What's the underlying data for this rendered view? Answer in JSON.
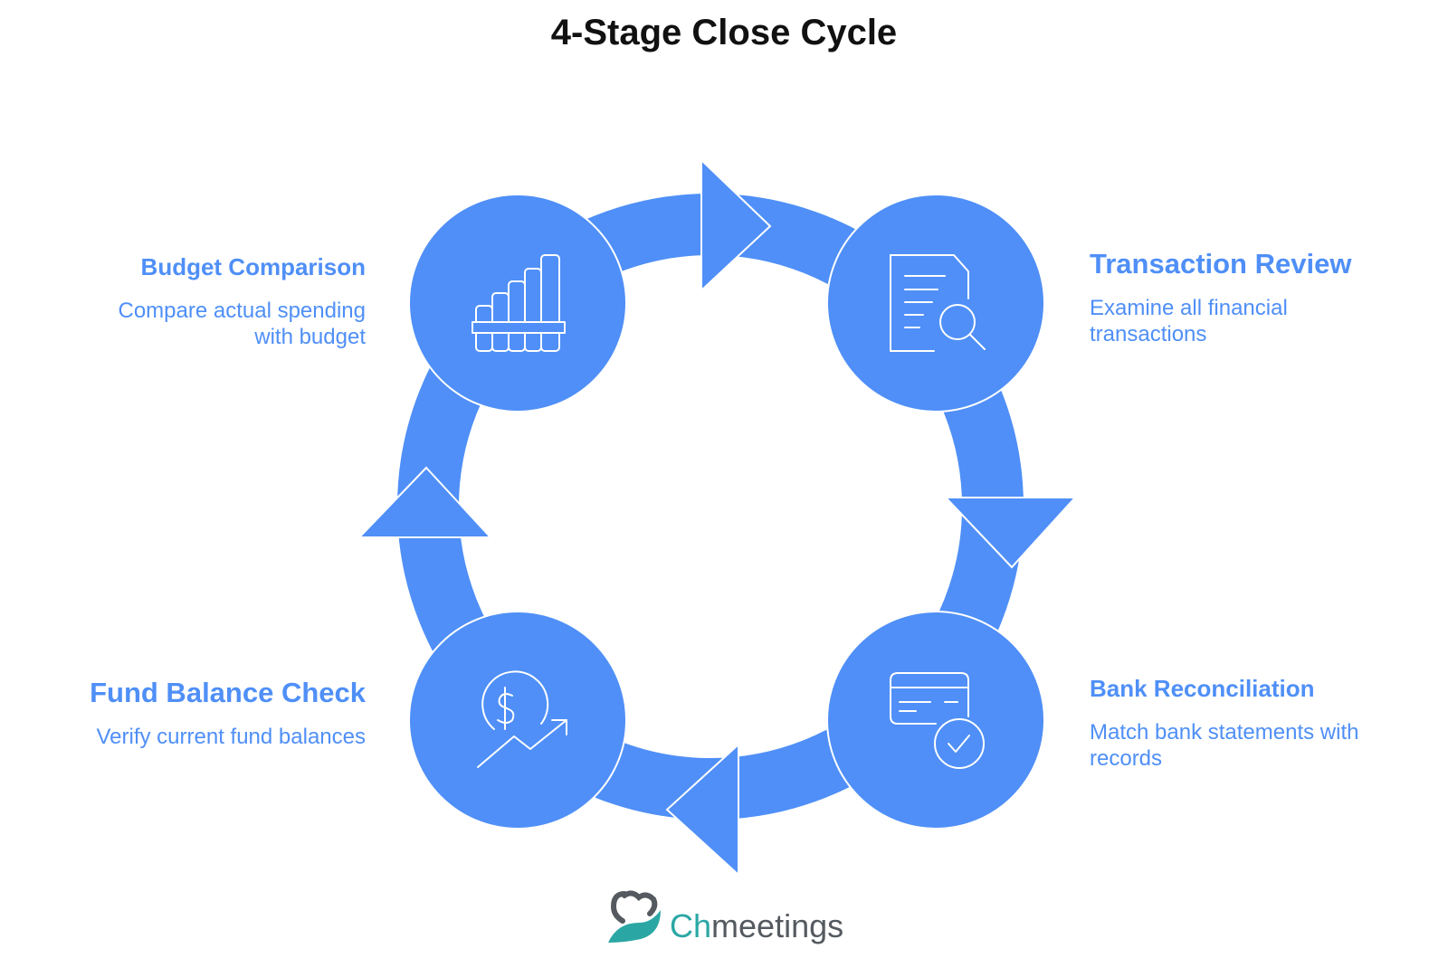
{
  "title": "4-Stage Close Cycle",
  "accent_color": "#4f8ff7",
  "stages": [
    {
      "name": "Budget Comparison",
      "description_lines": [
        "Compare actual spending",
        "with budget"
      ],
      "icon": "bar-chart-icon"
    },
    {
      "name": "Transaction Review",
      "description_lines": [
        "Examine all financial",
        "transactions"
      ],
      "icon": "document-search-icon"
    },
    {
      "name": "Bank Reconciliation",
      "description_lines": [
        "Match bank statements with",
        "records"
      ],
      "icon": "card-check-icon"
    },
    {
      "name": "Fund Balance Check",
      "description_lines": [
        "Verify current fund balances"
      ],
      "icon": "dollar-growth-icon"
    }
  ],
  "logo": {
    "brand_prefix": "Ch",
    "brand_suffix": "meetings",
    "icon": "heart-hand-logo-icon"
  }
}
